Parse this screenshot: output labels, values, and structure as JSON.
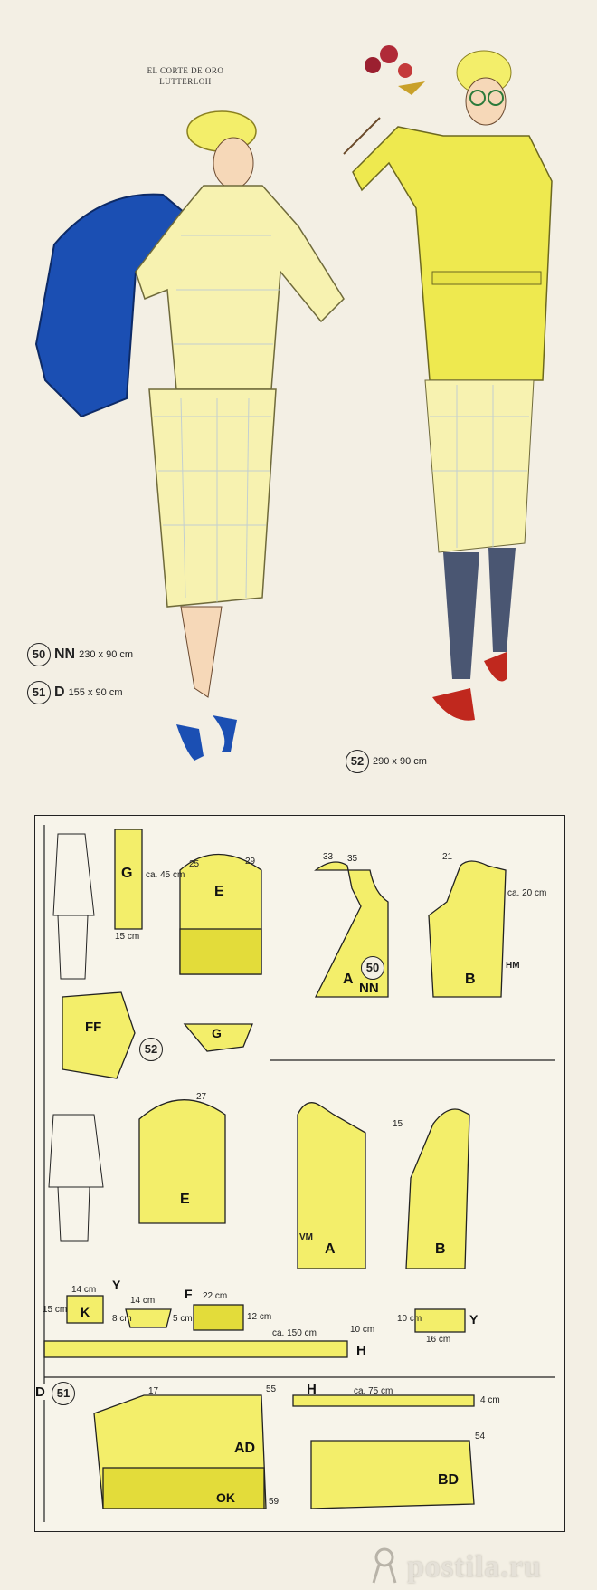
{
  "header": {
    "line1": "EL CORTE DE ORO",
    "line2": "LUTTERLOH"
  },
  "models": [
    {
      "number": "50",
      "code": "NN",
      "dims": "230 x 90 cm"
    },
    {
      "number": "51",
      "code": "D",
      "dims": "155 x 90 cm"
    },
    {
      "number": "52",
      "dims": "290 x 90 cm"
    }
  ],
  "pattern": {
    "group50": {
      "circle": "50",
      "code": "NN"
    },
    "group52": {
      "circle": "52"
    },
    "group51": {
      "circle": "51",
      "code": "D"
    },
    "pieces": {
      "G1": "G",
      "G1_w": "15 cm",
      "G1_h": "ca. 45 cm",
      "E1": "E",
      "A1": "A",
      "B1": "B",
      "B1_h": "ca. 20 cm",
      "HM": "HM",
      "FF": "FF",
      "G2": "G",
      "E2": "E",
      "A2": "A",
      "B2": "B",
      "VM": "VM",
      "Y": "Y",
      "K": "K",
      "K_w": "14 cm",
      "K_h": "15 cm",
      "small_w": "14 cm",
      "small_l": "8 cm",
      "small_r": "5 cm",
      "F": "F",
      "F_w": "22 cm",
      "F_h": "12 cm",
      "H1": "H",
      "H1_len": "ca. 150 cm",
      "H1_h": "10 cm",
      "Y2": "Y",
      "Y2_w": "16 cm",
      "Y2_h": "10 cm",
      "H2": "H",
      "H2_len": "ca. 75 cm",
      "H2_h": "4 cm",
      "AD": "AD",
      "BD": "BD",
      "OK": "OK"
    },
    "numbers": {
      "n55": "55",
      "n59": "59",
      "n54": "54",
      "n17": "17",
      "n15": "15",
      "n25": "25",
      "n29": "29",
      "n33": "33",
      "n35": "35",
      "n21": "21",
      "n27": "27"
    }
  },
  "watermark": "postila.ru",
  "colors": {
    "yellow": "#f3ee6a",
    "blue": "#1b4fb3",
    "paper": "#f3efe4",
    "ink": "#222222"
  }
}
